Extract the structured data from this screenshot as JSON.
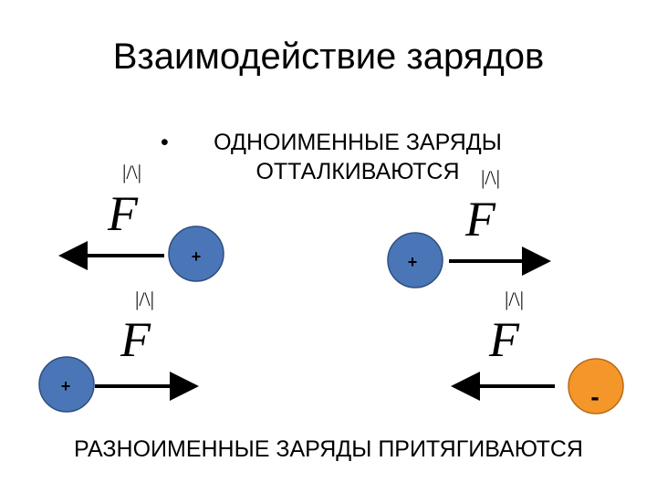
{
  "title": "Взаимодействие зарядов",
  "bullet": "ОДНОИМЕННЫЕ ЗАРЯДЫ ОТТАЛКИВАЮТСЯ",
  "bottom_caption": "РАЗНОИМЕННЫЕ ЗАРЯДЫ ПРИТЯГИВАЮТСЯ",
  "force_symbol": "F",
  "vector_mark": "|/\\|",
  "charges": {
    "top_left": "+",
    "top_right": "+",
    "bottom_left": "+",
    "bottom_right": "-"
  },
  "colors": {
    "positive_fill": "#4a76b8",
    "negative_fill": "#f5962a",
    "arrow": "#000000"
  }
}
